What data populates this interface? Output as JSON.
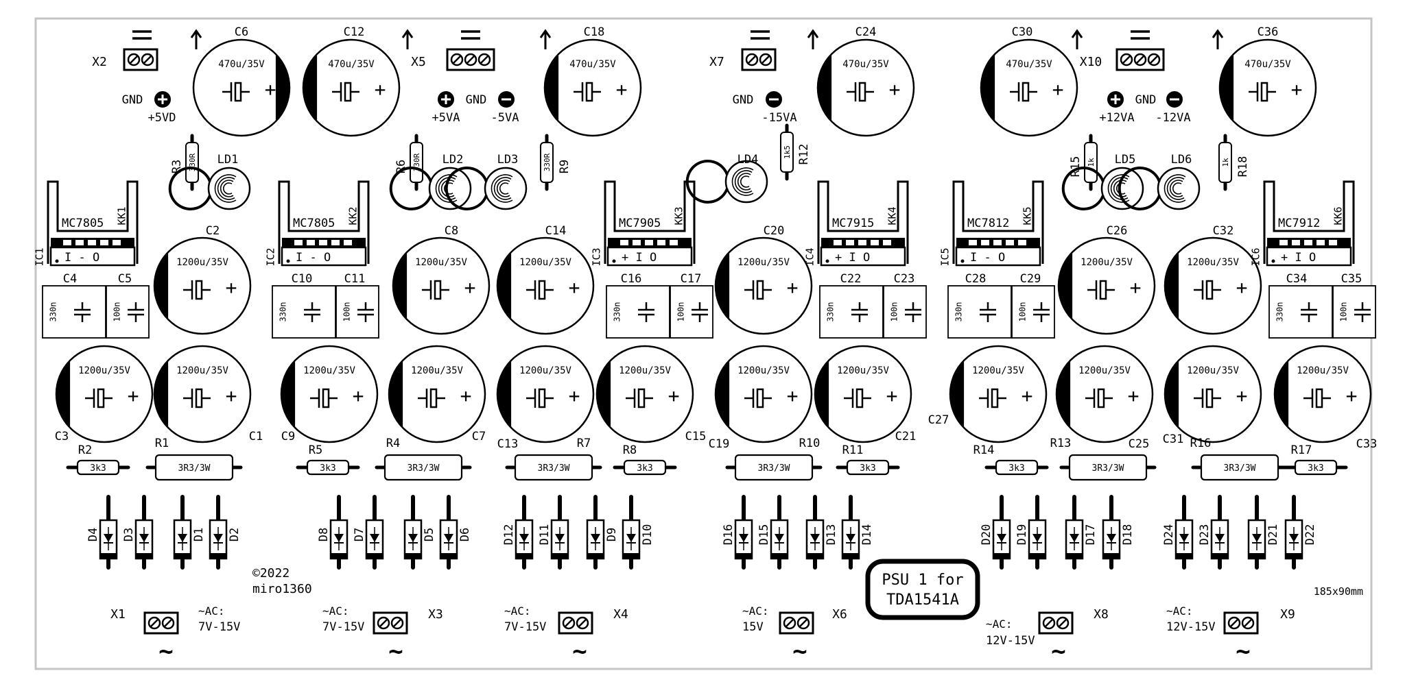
{
  "board": {
    "size_note": "185x90mm",
    "copyright": "©2022",
    "author": "miro1360",
    "title_line1": "PSU 1 for",
    "title_line2": "TDA1541A"
  },
  "small_caps": [
    {
      "ref": "C6",
      "value": "470u/35V"
    },
    {
      "ref": "C12",
      "value": "470u/35V"
    },
    {
      "ref": "C18",
      "value": "470u/35V"
    },
    {
      "ref": "C24",
      "value": "470u/35V"
    },
    {
      "ref": "C30",
      "value": "470u/35V"
    },
    {
      "ref": "C36",
      "value": "470u/35V"
    }
  ],
  "mid_caps": [
    {
      "ref": "C2",
      "value": "1200u/35V"
    },
    {
      "ref": "C8",
      "value": "1200u/35V"
    },
    {
      "ref": "C14",
      "value": "1200u/35V"
    },
    {
      "ref": "C20",
      "value": "1200u/35V"
    },
    {
      "ref": "C26",
      "value": "1200u/35V"
    },
    {
      "ref": "C32",
      "value": "1200u/35V"
    }
  ],
  "bottom_caps": [
    {
      "ref": "C3",
      "value": "1200u/35V"
    },
    {
      "ref": "C1",
      "value": "1200u/35V"
    },
    {
      "ref": "C9",
      "value": "1200u/35V"
    },
    {
      "ref": "C7",
      "value": "1200u/35V"
    },
    {
      "ref": "C13",
      "value": "1200u/35V"
    },
    {
      "ref": "C15",
      "value": "1200u/35V"
    },
    {
      "ref": "C19",
      "value": "1200u/35V"
    },
    {
      "ref": "C21",
      "value": "1200u/35V"
    },
    {
      "ref": "C27",
      "value": "1200u/35V"
    },
    {
      "ref": "C25",
      "value": "1200u/35V"
    },
    {
      "ref": "C31",
      "value": "1200u/35V"
    },
    {
      "ref": "C33",
      "value": "1200u/35V"
    }
  ],
  "regulators": [
    {
      "ic": "IC1",
      "kk": "KK1",
      "part": "MC7805",
      "pins": "I - O"
    },
    {
      "ic": "IC2",
      "kk": "KK2",
      "part": "MC7805",
      "pins": "I - O"
    },
    {
      "ic": "IC3",
      "kk": "KK3",
      "part": "MC7905",
      "pins": "+ I O"
    },
    {
      "ic": "IC4",
      "kk": "KK4",
      "part": "MC7915",
      "pins": "+ I O"
    },
    {
      "ic": "IC5",
      "kk": "KK5",
      "part": "MC7812",
      "pins": "I - O"
    },
    {
      "ic": "IC6",
      "kk": "KK6",
      "part": "MC7912",
      "pins": "+ I O"
    }
  ],
  "small_box_caps": [
    {
      "ref": "C4",
      "value": "330n"
    },
    {
      "ref": "C5",
      "value": "100n"
    },
    {
      "ref": "C10",
      "value": "330n"
    },
    {
      "ref": "C11",
      "value": "100n"
    },
    {
      "ref": "C16",
      "value": "330n"
    },
    {
      "ref": "C17",
      "value": "100n"
    },
    {
      "ref": "C22",
      "value": "330n"
    },
    {
      "ref": "C23",
      "value": "100n"
    },
    {
      "ref": "C28",
      "value": "330n"
    },
    {
      "ref": "C29",
      "value": "100n"
    },
    {
      "ref": "C34",
      "value": "330n"
    },
    {
      "ref": "C35",
      "value": "100n"
    }
  ],
  "led_resistors": [
    {
      "ref": "R3",
      "value": "330R"
    },
    {
      "ref": "R6",
      "value": "330R"
    },
    {
      "ref": "R9",
      "value": "330R"
    },
    {
      "ref": "R12",
      "value": "1k5"
    },
    {
      "ref": "R15",
      "value": "1k"
    },
    {
      "ref": "R18",
      "value": "1k"
    }
  ],
  "leds": [
    "LD1",
    "LD2",
    "LD3",
    "LD4",
    "LD5",
    "LD6"
  ],
  "power_resistors": [
    {
      "ref": "R1",
      "value": "3R3/3W"
    },
    {
      "ref": "R4",
      "value": "3R3/3W"
    },
    {
      "ref": "R7",
      "value": "3R3/3W"
    },
    {
      "ref": "R10",
      "value": "3R3/3W"
    },
    {
      "ref": "R13",
      "value": "3R3/3W"
    },
    {
      "ref": "R16",
      "value": "3R3/3W"
    }
  ],
  "small_resistors": [
    {
      "ref": "R2",
      "value": "3k3"
    },
    {
      "ref": "R5",
      "value": "3k3"
    },
    {
      "ref": "R8",
      "value": "3k3"
    },
    {
      "ref": "R11",
      "value": "3k3"
    },
    {
      "ref": "R14",
      "value": "3k3"
    },
    {
      "ref": "R17",
      "value": "3k3"
    }
  ],
  "diodes": [
    "D4",
    "D3",
    "D1",
    "D2",
    "D8",
    "D7",
    "D5",
    "D6",
    "D12",
    "D11",
    "D9",
    "D10",
    "D16",
    "D15",
    "D13",
    "D14",
    "D20",
    "D19",
    "D17",
    "D18",
    "D24",
    "D23",
    "D21",
    "D22"
  ],
  "dc_connectors": [
    {
      "ref": "X2",
      "symbol": "="
    },
    {
      "ref": "X5",
      "symbol": "="
    },
    {
      "ref": "X7",
      "symbol": "="
    },
    {
      "ref": "X10",
      "symbol": "="
    }
  ],
  "dc_labels": {
    "gnd": "GND",
    "v5d": "+5VD",
    "v5a": "+5VA",
    "vn5a": "-5VA",
    "vn15a": "-15VA",
    "v12a": "+12VA",
    "vn12a": "-12VA",
    "arrow": "↑"
  },
  "ac_connectors": [
    {
      "ref": "X1",
      "label1": "~AC:",
      "label2": "7V-15V",
      "tilde": "~"
    },
    {
      "ref": "X3",
      "label1": "~AC:",
      "label2": "7V-15V",
      "tilde": "~"
    },
    {
      "ref": "X4",
      "label1": "~AC:",
      "label2": "7V-15V",
      "tilde": "~"
    },
    {
      "ref": "X6",
      "label1": "~AC:",
      "label2": "15V",
      "tilde": "~"
    },
    {
      "ref": "X8",
      "label1": "~AC:",
      "label2": "12V-15V",
      "tilde": "~"
    },
    {
      "ref": "X9",
      "label1": "~AC:",
      "label2": "12V-15V",
      "tilde": "~"
    }
  ],
  "colors": {
    "ink": "#000000",
    "paper": "#ffffff",
    "frame": "#c4c4c4"
  }
}
